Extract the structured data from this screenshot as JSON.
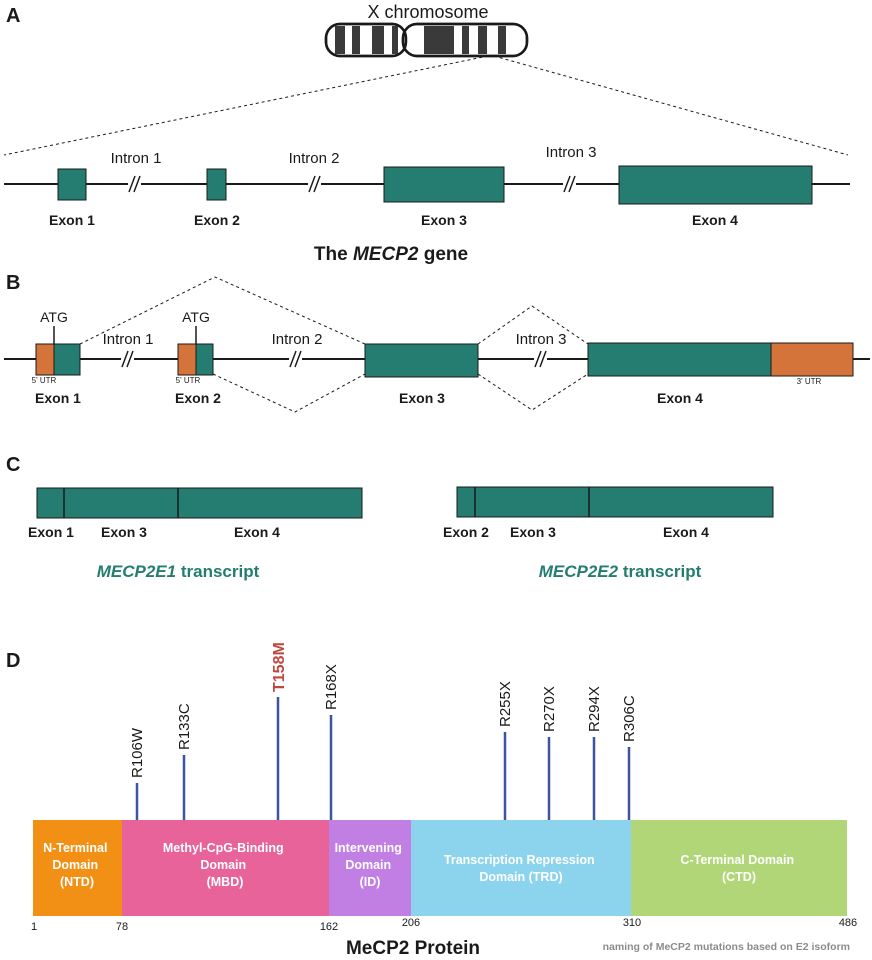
{
  "colors": {
    "exon": "#247d70",
    "utr": "#d4743a",
    "mutation_stem": "#3b55a0",
    "highlight": "#c0463e",
    "ntd": "#f19015",
    "mbd": "#e7639a",
    "id": "#c17fe4",
    "trd": "#8cd4ee",
    "ctd": "#b1d678"
  },
  "panelA": {
    "letter": "A",
    "chromosome_label": "X chromosome",
    "exons": [
      "Exon 1",
      "Exon 2",
      "Exon 3",
      "Exon 4"
    ],
    "introns": [
      "Intron 1",
      "Intron 2",
      "Intron 3"
    ],
    "title_prefix": "The ",
    "title_gene": "MECP2",
    "title_suffix": " gene"
  },
  "panelB": {
    "letter": "B",
    "atg": "ATG",
    "utr5": "5' UTR",
    "utr3": "3' UTR",
    "exons": [
      "Exon 1",
      "Exon 2",
      "Exon 3",
      "Exon 4"
    ],
    "introns": [
      "Intron 1",
      "Intron 2",
      "Intron 3"
    ]
  },
  "panelC": {
    "letter": "C",
    "e1_exons": [
      "Exon 1",
      "Exon 3",
      "Exon 4"
    ],
    "e2_exons": [
      "Exon 2",
      "Exon 3",
      "Exon 4"
    ],
    "e1_title_italic": "MECP2E1",
    "e2_title_italic": "MECP2E2",
    "title_suffix": " transcript"
  },
  "panelD": {
    "letter": "D",
    "mutations": [
      {
        "label": "R106W",
        "highlight": false
      },
      {
        "label": "R133C",
        "highlight": false
      },
      {
        "label": "T158M",
        "highlight": true
      },
      {
        "label": "R168X",
        "highlight": false
      },
      {
        "label": "R255X",
        "highlight": false
      },
      {
        "label": "R270X",
        "highlight": false
      },
      {
        "label": "R294X",
        "highlight": false
      },
      {
        "label": "R306C",
        "highlight": false
      }
    ],
    "domains": [
      {
        "line1": "N-Terminal",
        "line2": "Domain",
        "line3": "(NTD)"
      },
      {
        "line1": "Methyl-CpG-Binding",
        "line2": "Domain",
        "line3": "(MBD)"
      },
      {
        "line1": "Intervening",
        "line2": "Domain",
        "line3": "(ID)"
      },
      {
        "line1": "Transcription Repression",
        "line2": "Domain (TRD)"
      },
      {
        "line1": "C-Terminal Domain",
        "line2": "(CTD)"
      }
    ],
    "positions": [
      "1",
      "78",
      "162",
      "206",
      "310",
      "486"
    ],
    "protein_title": "MeCP2 Protein",
    "note": "naming of MeCP2 mutations based on E2 isoform"
  }
}
